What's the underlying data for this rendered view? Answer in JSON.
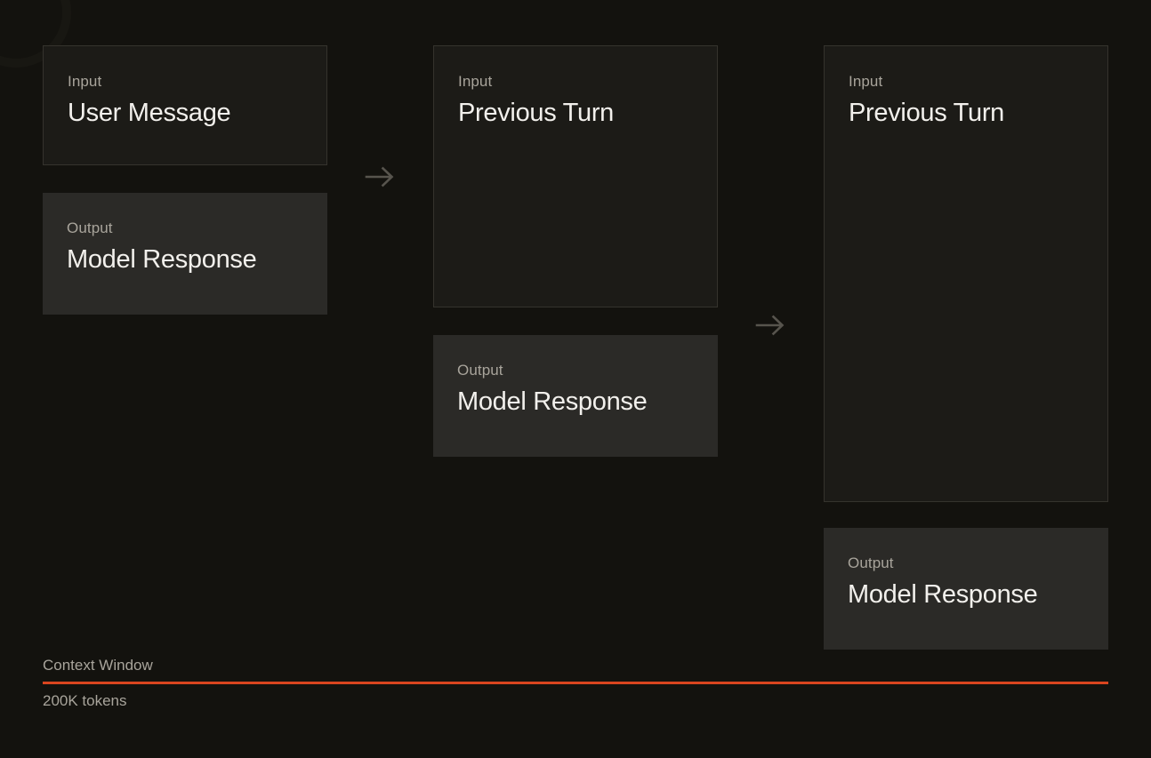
{
  "diagram": {
    "background_color": "#13120E",
    "input_box_color": "#1C1B17",
    "output_box_color": "#2B2A27",
    "accent_color": "#D9451F",
    "arrow_color": "#57544D"
  },
  "turns": [
    {
      "name": "turn-1",
      "input": {
        "label": "Input",
        "value": "User Message"
      },
      "output": {
        "label": "Output",
        "value": "Model Response"
      }
    },
    {
      "name": "turn-2",
      "input": {
        "label": "Input",
        "value": "Previous Turn"
      },
      "output": {
        "label": "Output",
        "value": "Model Response"
      }
    },
    {
      "name": "turn-3",
      "input": {
        "label": "Input",
        "value": "Previous Turn"
      },
      "output": {
        "label": "Output",
        "value": "Model Response"
      }
    }
  ],
  "arrows": [
    {
      "name": "arrow-turn-1-to-2",
      "glyph": "arrow-right-icon"
    },
    {
      "name": "arrow-turn-2-to-3",
      "glyph": "arrow-right-icon"
    }
  ],
  "context_window": {
    "label": "Context Window",
    "size": "200K tokens"
  }
}
